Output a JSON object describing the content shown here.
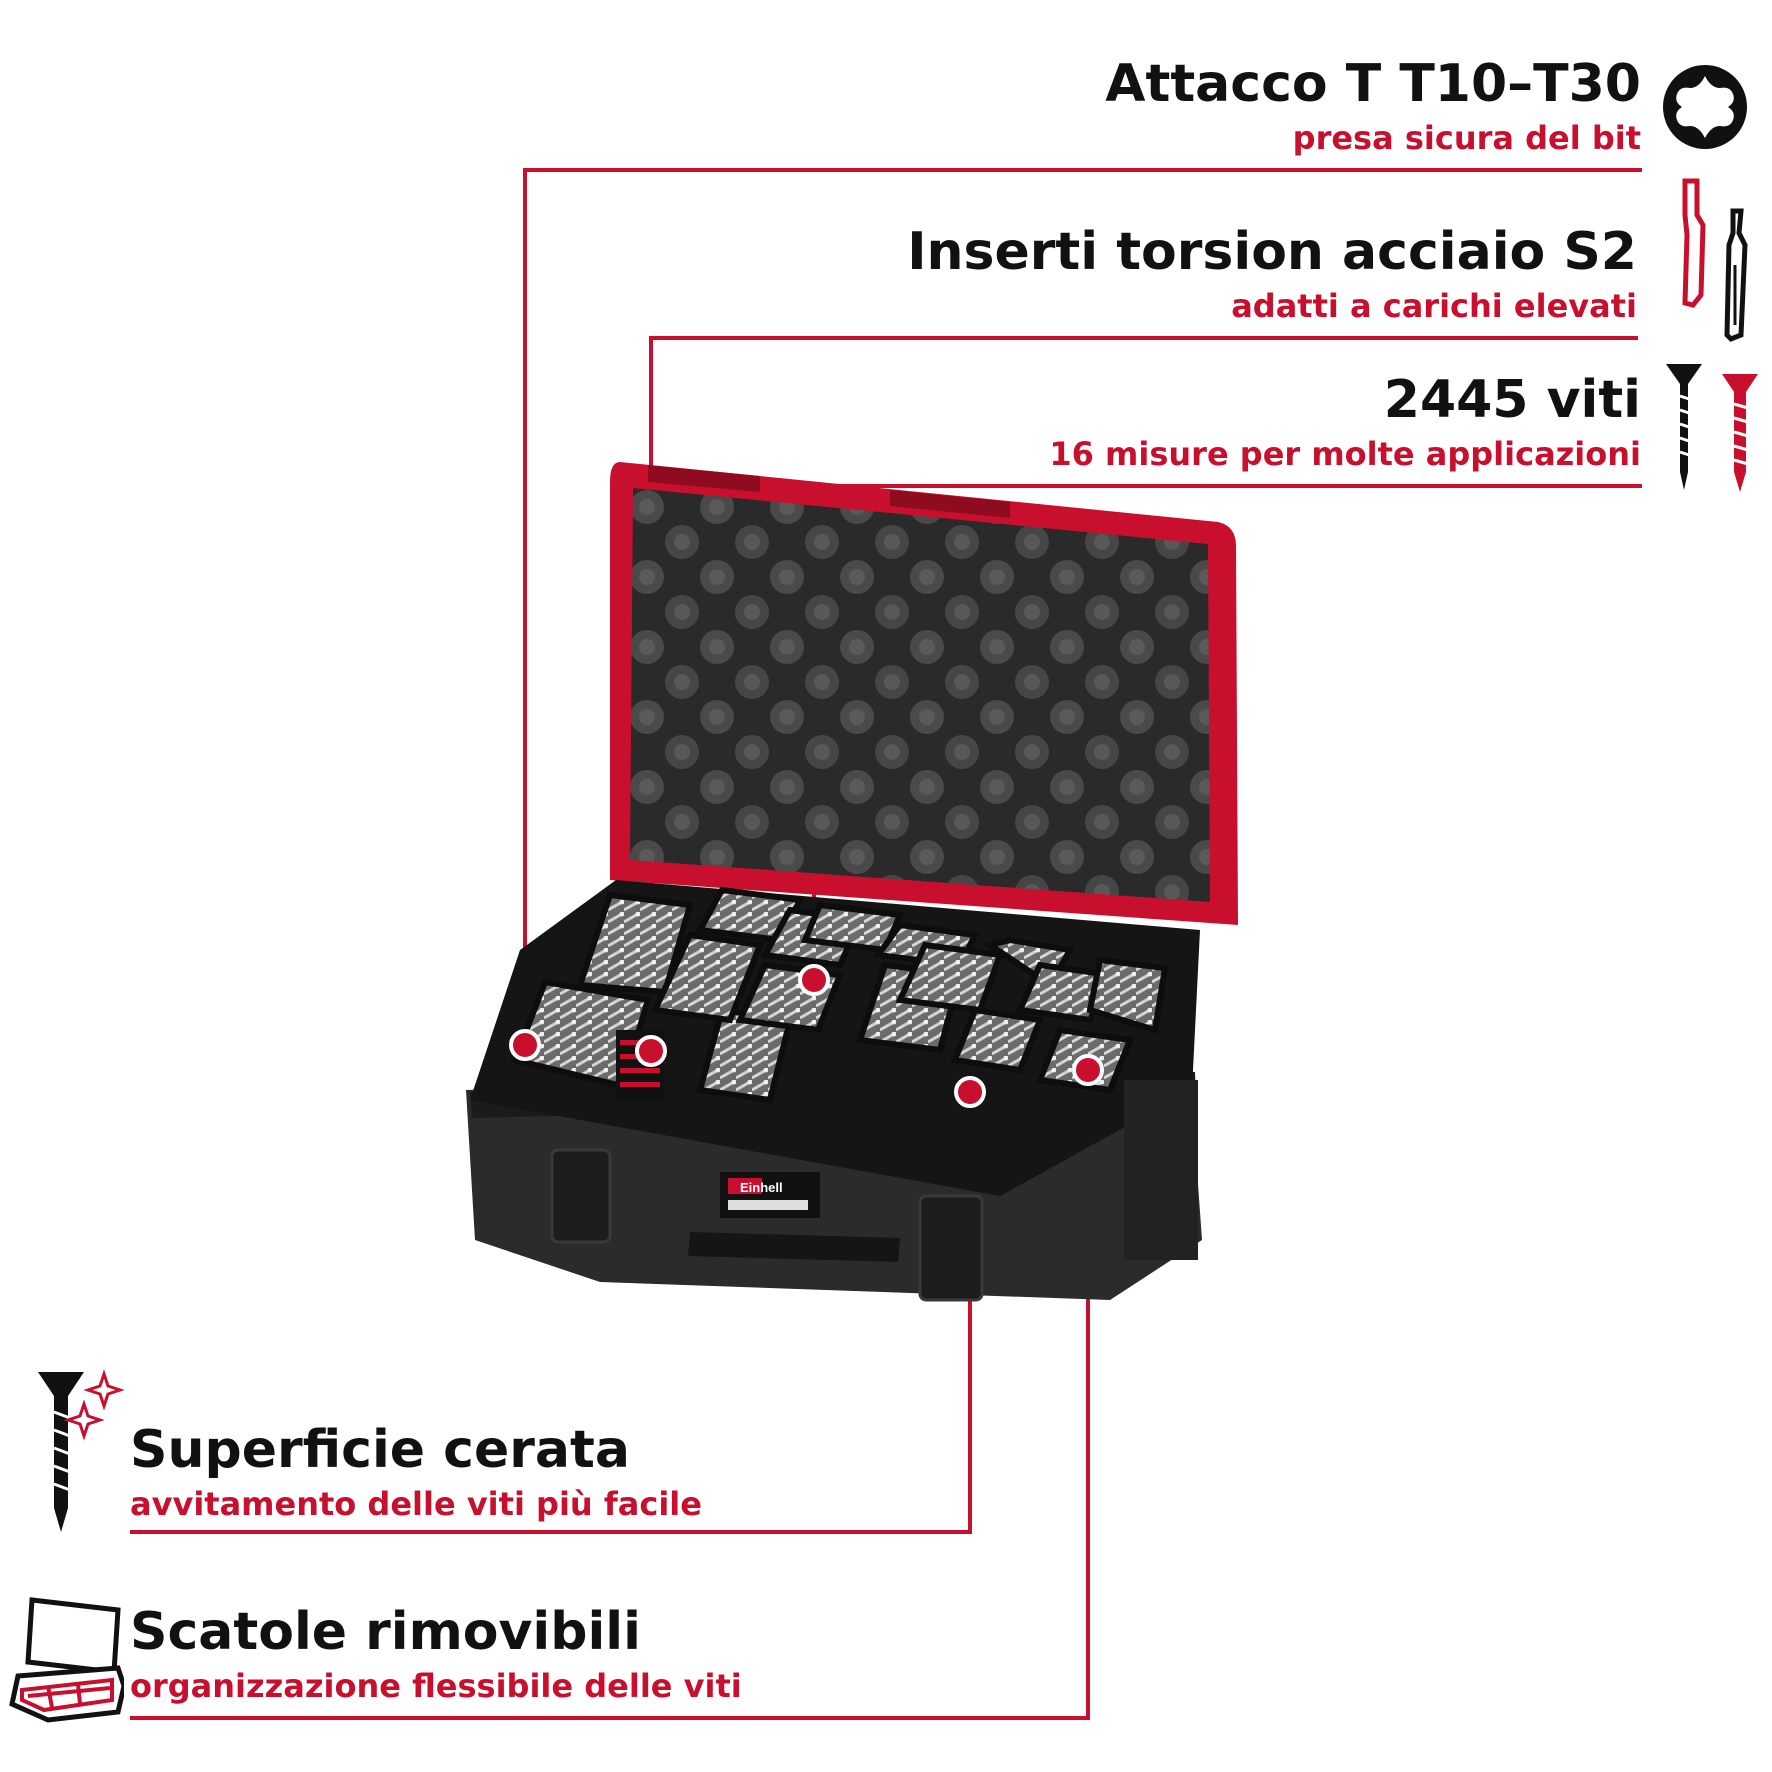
{
  "colors": {
    "accent": "#c8102e",
    "text": "#111111",
    "background": "#ffffff"
  },
  "features": [
    {
      "id": "torx",
      "title": "Attacco T T10–T30",
      "subtitle": "presa sicura del bit",
      "icon": "torx-star-icon"
    },
    {
      "id": "bits",
      "title": "Inserti torsion acciaio S2",
      "subtitle": "adatti a carichi elevati",
      "icon": "screwdriver-bits-icon"
    },
    {
      "id": "screws",
      "title": "2445 viti",
      "subtitle": "16 misure per molte applicazioni",
      "icon": "screws-icon"
    },
    {
      "id": "waxed",
      "title": "Superficie cerata",
      "subtitle": "avvitamento delle viti più facile",
      "icon": "sparkling-screw-icon"
    },
    {
      "id": "boxes",
      "title": "Scatole rimovibili",
      "subtitle": "organizzazione flessibile delle viti",
      "icon": "organizer-case-icon"
    }
  ],
  "product": {
    "brand": "Einhell",
    "image": "screw-assortment-case-open"
  }
}
